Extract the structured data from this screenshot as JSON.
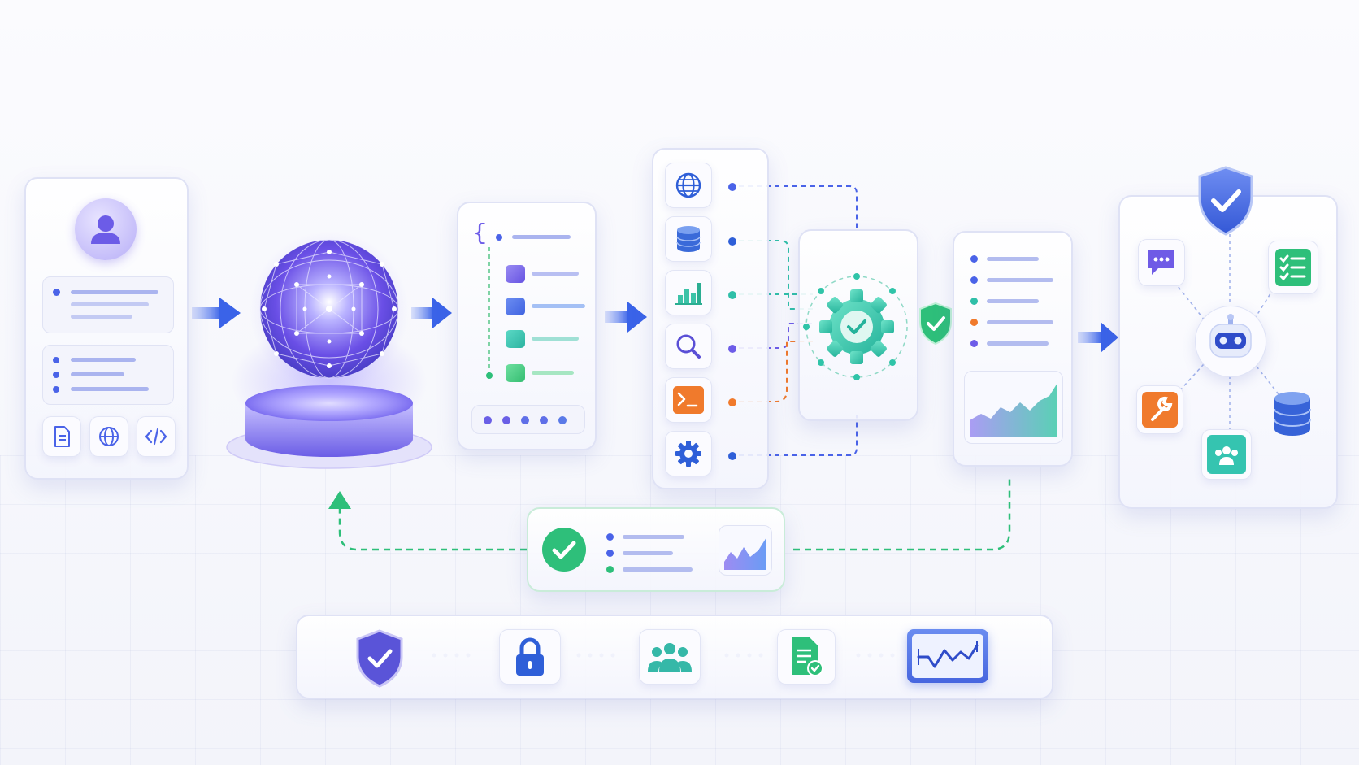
{
  "diagram": {
    "stages": [
      "user-input",
      "knowledge-sphere",
      "structured-output",
      "tool-panel",
      "verification-engine",
      "results-panel",
      "agent-hub"
    ],
    "tools": [
      "globe-icon",
      "database-icon",
      "bar-chart-icon",
      "search-icon",
      "terminal-icon",
      "gear-icon"
    ],
    "hub_nodes": [
      "chat-icon",
      "checklist-icon",
      "wrench-icon",
      "database-icon",
      "team-icon"
    ],
    "governance": [
      "shield-check-icon",
      "lock-icon",
      "team-icon",
      "document-check-icon",
      "monitor-chart-icon"
    ],
    "feedback_loop": "results-to-sphere"
  },
  "colors": {
    "accent": "#4a63e8",
    "purple": "#6d5ce8",
    "teal": "#2fc4a8",
    "green": "#2ebf7a",
    "orange": "#f07a2c",
    "blue": "#2f5fd8"
  },
  "code_brace": "{"
}
